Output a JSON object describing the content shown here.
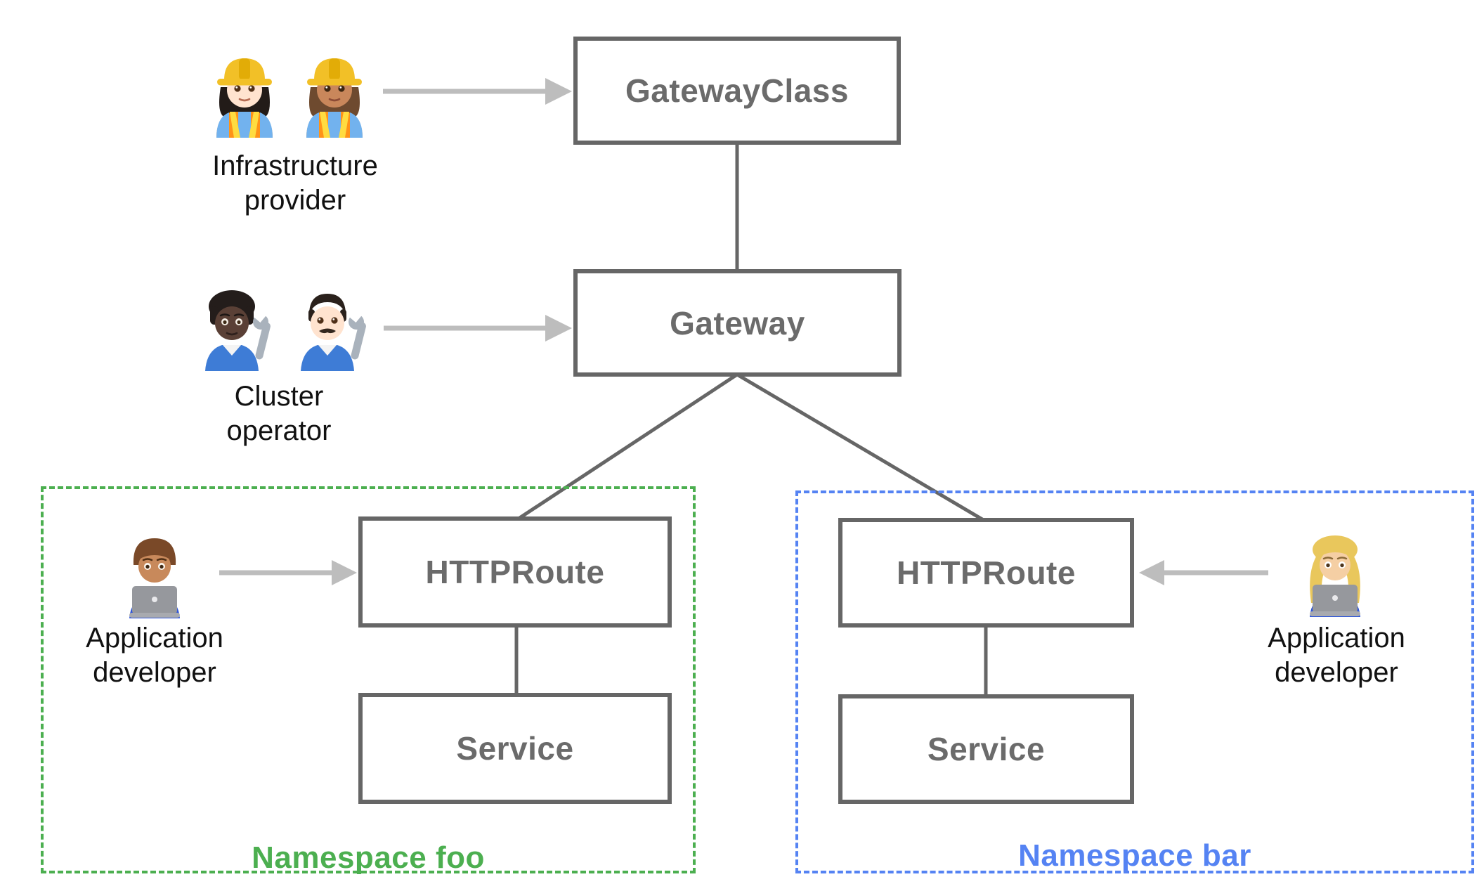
{
  "nodes": {
    "gateway_class": "GatewayClass",
    "gateway": "Gateway",
    "httproute_foo": "HTTPRoute",
    "service_foo": "Service",
    "httproute_bar": "HTTPRoute",
    "service_bar": "Service"
  },
  "namespaces": {
    "foo": {
      "label": "Namespace foo"
    },
    "bar": {
      "label": "Namespace bar"
    }
  },
  "personas": {
    "infrastructure_provider": {
      "label": "Infrastructure provider",
      "icons": [
        "woman-construction-worker-light-emoji",
        "woman-construction-worker-medium-emoji"
      ]
    },
    "cluster_operator": {
      "label": "Cluster operator",
      "icons": [
        "mechanic-dark-emoji",
        "man-mechanic-light-emoji"
      ]
    },
    "application_developer_foo": {
      "label": "Application developer",
      "icons": [
        "man-technologist-emoji"
      ]
    },
    "application_developer_bar": {
      "label": "Application developer",
      "icons": [
        "woman-technologist-emoji"
      ]
    }
  },
  "colors": {
    "namespace_foo_green": "#4CAF50",
    "namespace_bar_blue": "#5583F3",
    "box_border_gray": "#666666",
    "box_text_gray": "#6B6B6B",
    "arrow_gray": "#BDBDBD",
    "persona_text_black": "#111111"
  }
}
